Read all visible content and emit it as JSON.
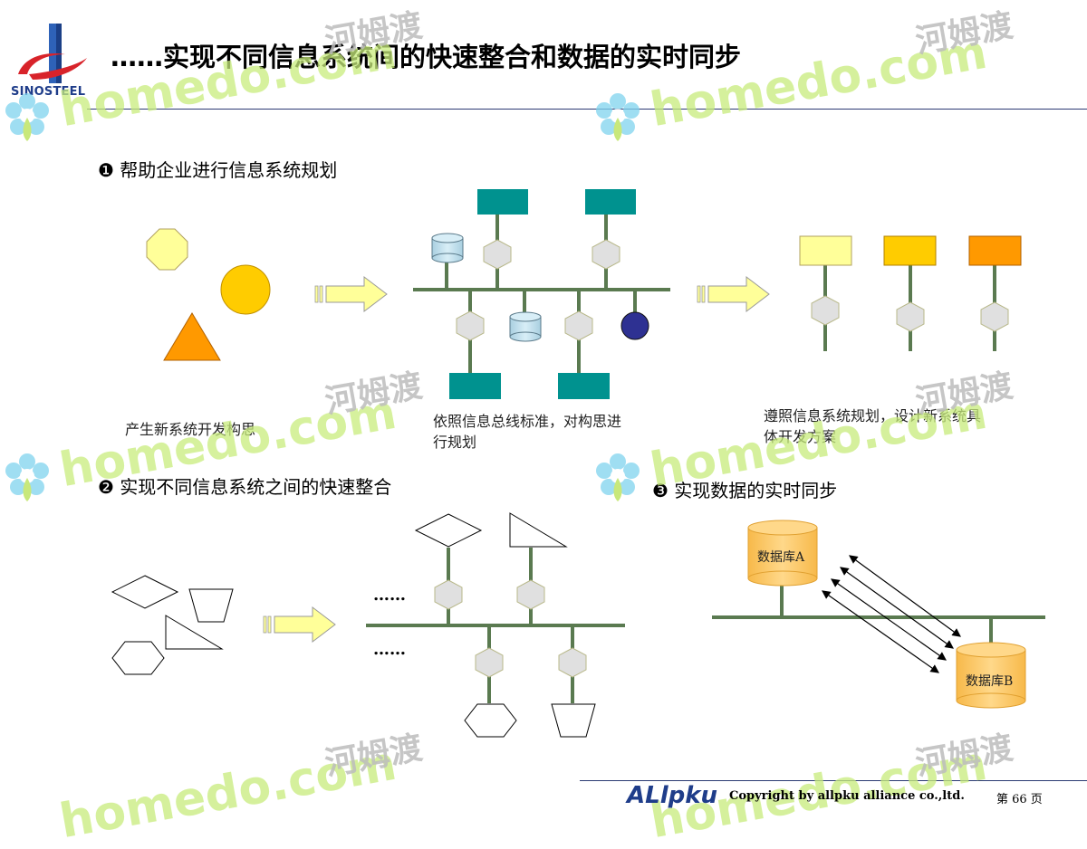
{
  "title": "……实现不同信息系统间的快速整合和数据的实时同步",
  "logo": {
    "company": "SINOSTEEL"
  },
  "sections": {
    "s1": {
      "marker": "❶",
      "label": "帮助企业进行信息系统规划"
    },
    "s2": {
      "marker": "❷",
      "label": "实现不同信息系统之间的快速整合"
    },
    "s3": {
      "marker": "❸",
      "label": "实现数据的实时同步"
    }
  },
  "captions": {
    "c1": "产生新系统开发构思",
    "c2_line1": "依照信息总线标准，对构思进",
    "c2_line2": "行规划",
    "c3_line1": "遵照信息系统规划，设计新系统具",
    "c3_line2": "体开发方案"
  },
  "diagram3": {
    "ellipsis": "……",
    "db_a": "数据库A",
    "db_b": "数据库B"
  },
  "footer": {
    "brand": "ALlpku",
    "copyright": "Copyright by  allpku alliance co.,ltd.",
    "page": "第  66  页"
  },
  "watermark": {
    "latin": "homedo.com",
    "cjk": "河姆渡"
  },
  "colors": {
    "teal": "#00928f",
    "bus": "#5a7a50",
    "yellow": "#ffd100",
    "orange": "#ff9900",
    "paleyellow": "#ffff99",
    "hex": "#e0e0e0",
    "rule": "#2b3a73"
  }
}
